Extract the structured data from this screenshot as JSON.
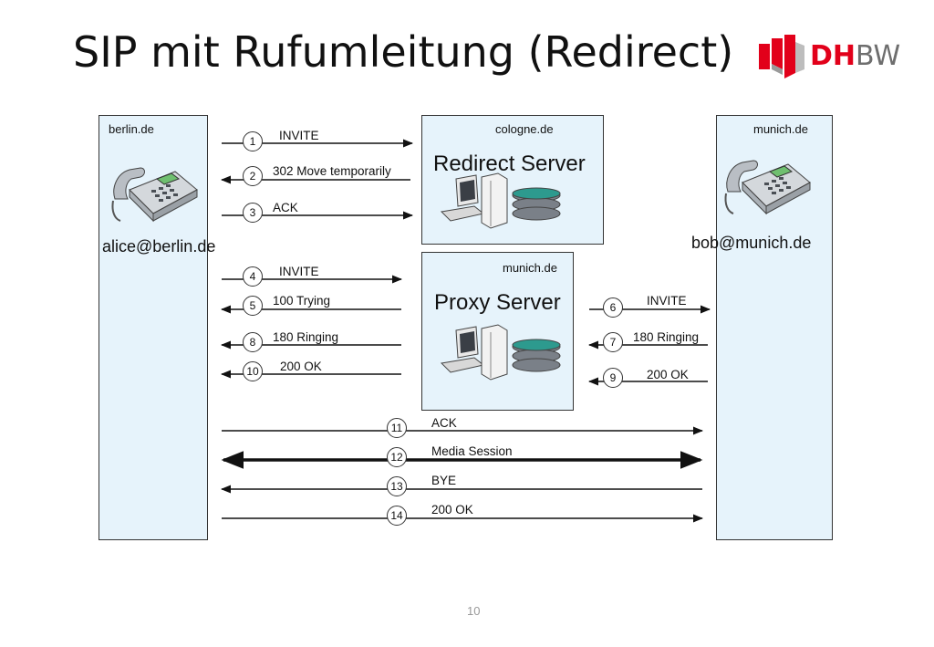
{
  "title": "SIP mit Rufumleitung (Redirect)",
  "logo": {
    "letters_red": "DH",
    "letters_gray": "BW",
    "colors": {
      "red": "#e2001a",
      "gray": "#6e6e6e"
    }
  },
  "participants": {
    "alice": {
      "domain": "berlin.de",
      "address": "alice@berlin.de",
      "icon": "telephone-icon"
    },
    "redirect": {
      "domain": "cologne.de",
      "name": "Redirect Server",
      "icon": "server-icon"
    },
    "proxy": {
      "domain": "munich.de",
      "name": "Proxy Server",
      "icon": "server-icon"
    },
    "bob": {
      "domain": "munich.de",
      "address": "bob@munich.de",
      "icon": "telephone-icon"
    }
  },
  "messages": [
    {
      "n": "1",
      "label": "INVITE"
    },
    {
      "n": "2",
      "label": "302 Move temporarily"
    },
    {
      "n": "3",
      "label": "ACK"
    },
    {
      "n": "4",
      "label": "INVITE"
    },
    {
      "n": "5",
      "label": "100 Trying"
    },
    {
      "n": "6",
      "label": "INVITE"
    },
    {
      "n": "7",
      "label": "180 Ringing"
    },
    {
      "n": "8",
      "label": "180 Ringing"
    },
    {
      "n": "9",
      "label": "200 OK"
    },
    {
      "n": "10",
      "label": "200 OK"
    },
    {
      "n": "11",
      "label": "ACK"
    },
    {
      "n": "12",
      "label": "Media Session"
    },
    {
      "n": "13",
      "label": "BYE"
    },
    {
      "n": "14",
      "label": "200 OK"
    }
  ],
  "page_number": "10",
  "colors": {
    "box_fill": "#e6f3fb",
    "line": "#111111"
  }
}
